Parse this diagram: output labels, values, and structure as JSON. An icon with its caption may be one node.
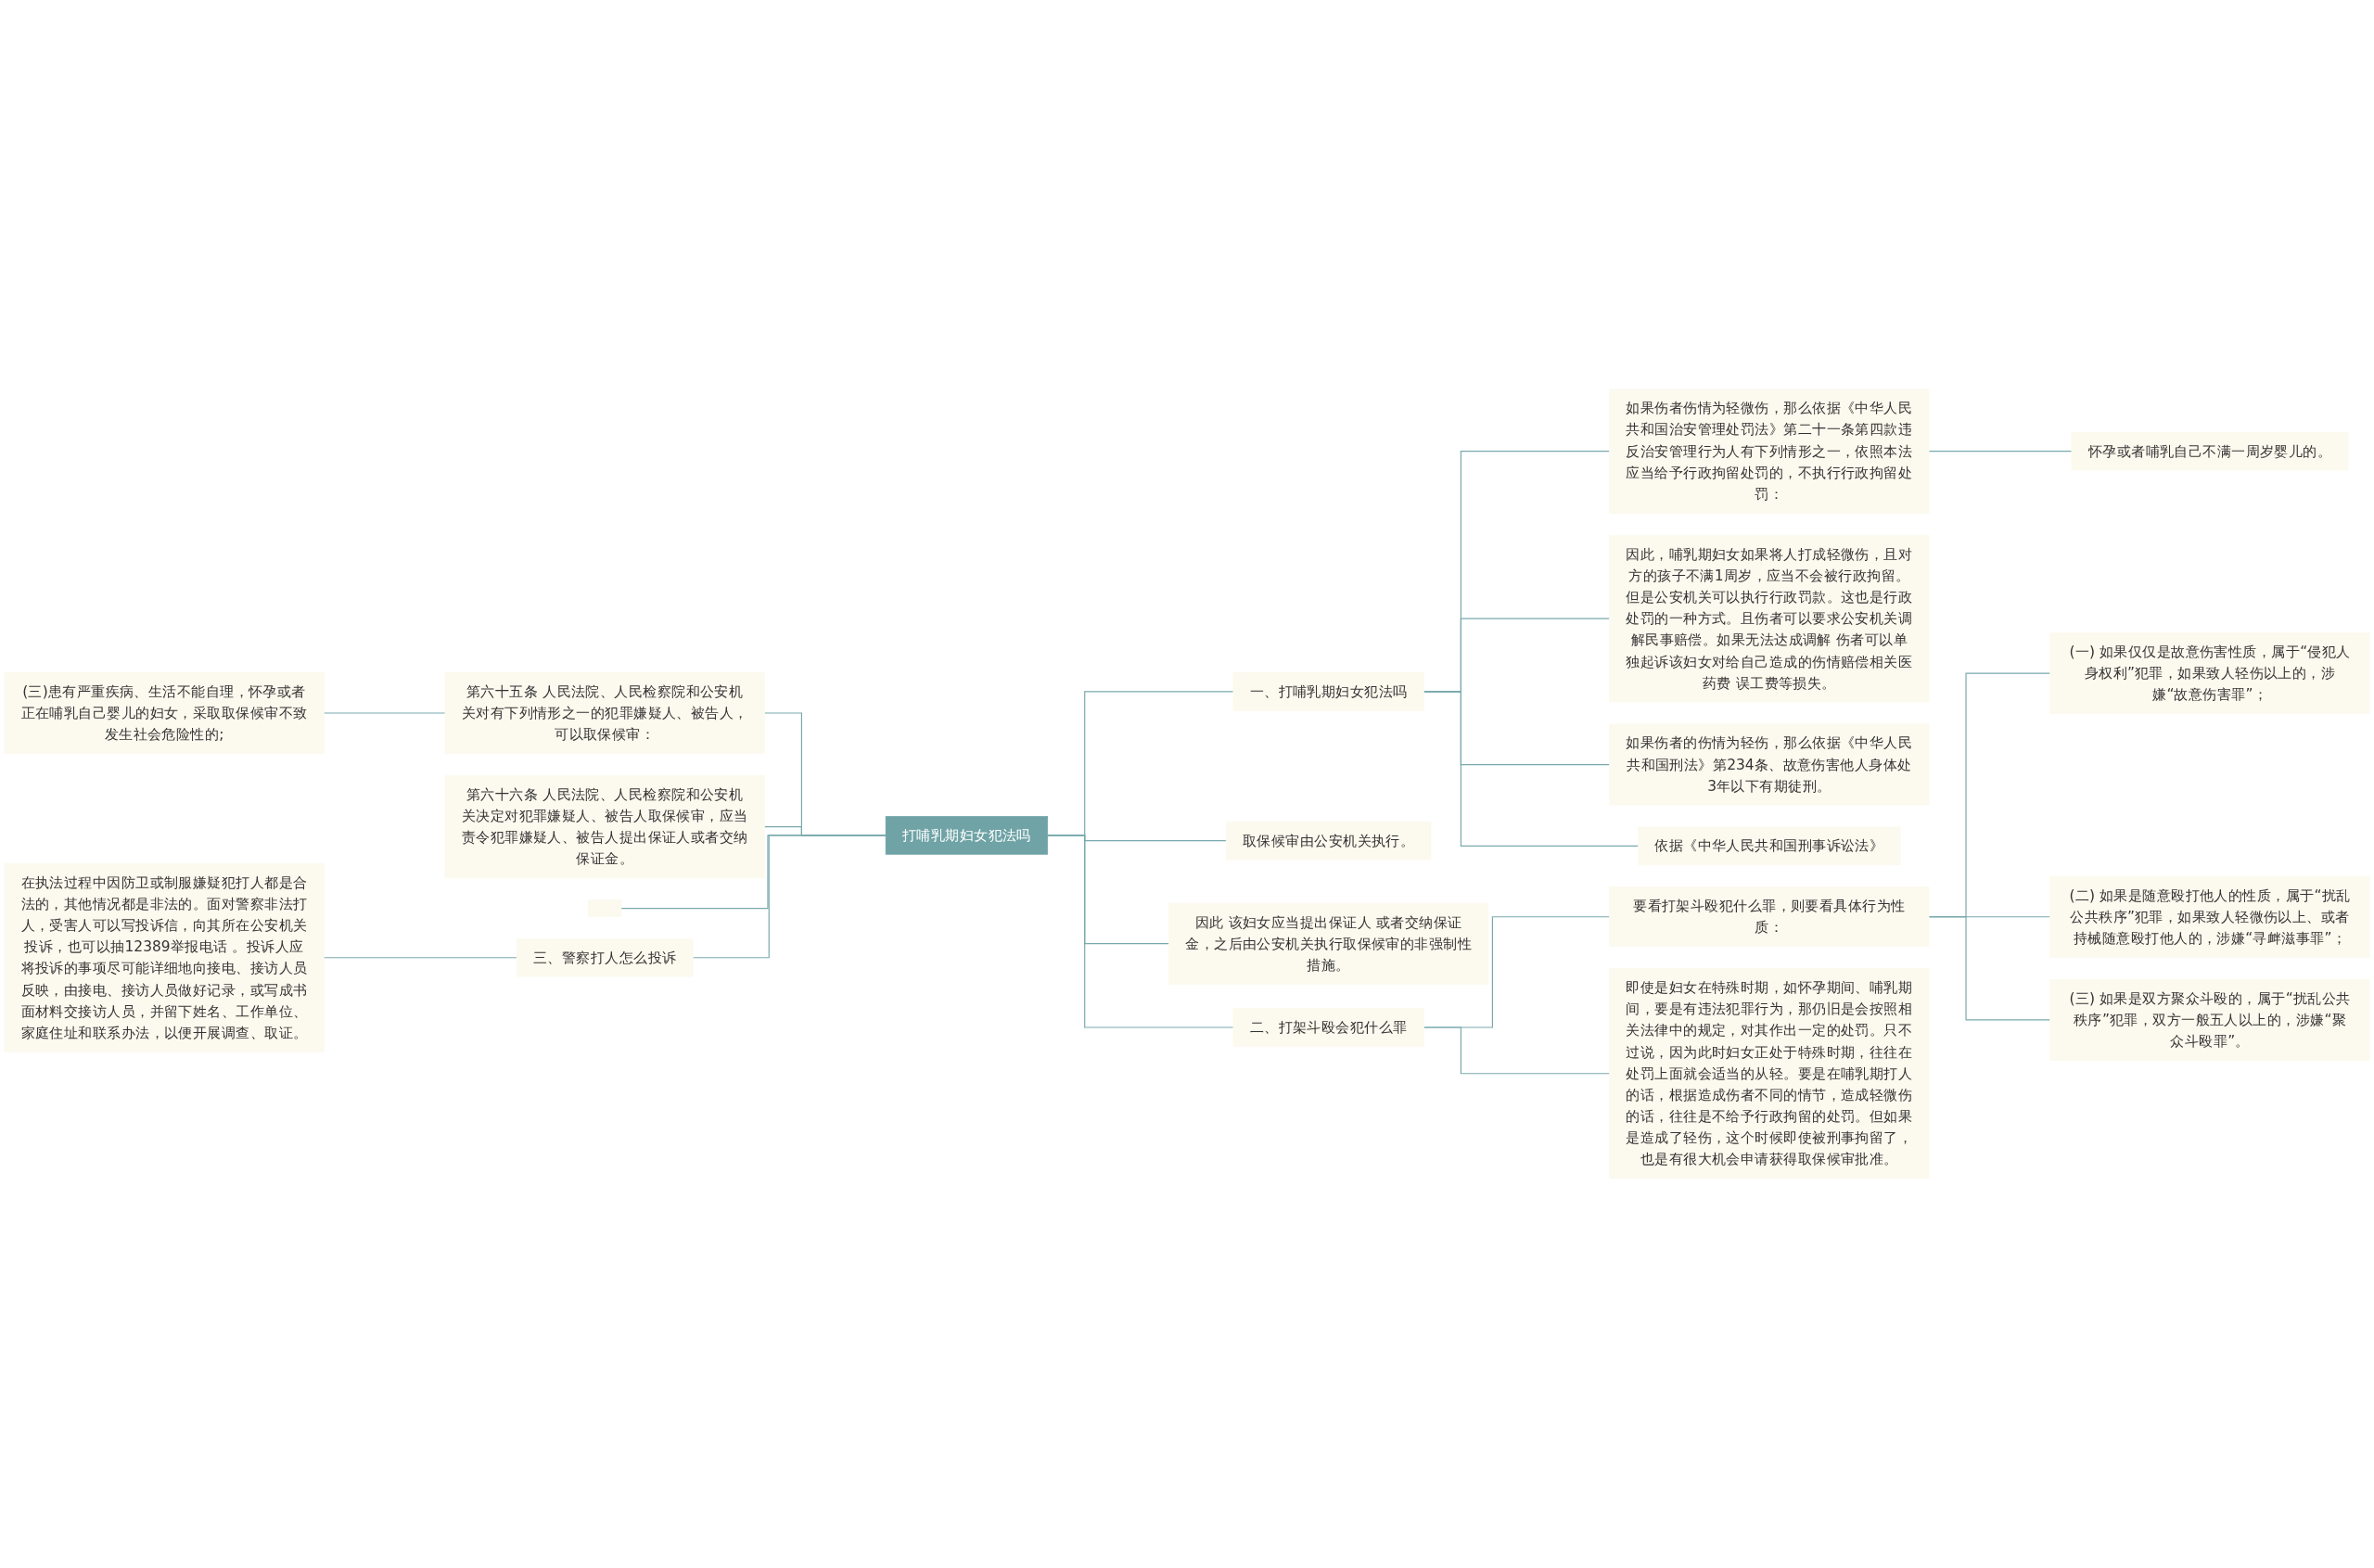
{
  "diagram": {
    "nodes": [
      {
        "text": [
          "打哺乳期妇女犯法吗"
        ]
      },
      {
        "text": [
          "第六十五条 人民法院、人民检察院和公安机关对有下列情形之一的犯罪嫌疑人、被告人，可以取保候审："
        ]
      },
      {
        "text": [
          "(三)患有严重疾病、生活不能自理，怀孕或者正在哺乳自己婴儿的妇女，采取取保候审不致发生社会危险性的;"
        ]
      },
      {
        "text": [
          "第六十六条 人民法院、人民检察院和公安机关决定对犯罪嫌疑人、被告人取保候审，应当责令犯罪嫌疑人、被告人提出保证人或者交纳保证金。"
        ]
      },
      {
        "text": [],
        "shape": "box"
      },
      {
        "text": [
          "三、警察打人怎么投诉"
        ]
      },
      {
        "text": [
          "在执法过程中因防卫或制服嫌疑犯打人都是合法的，其他情况都是非法的。面对警察非法打人，受害人可以写投诉信，向其所在公安机关投诉，也可以抽12389举报电话 。投诉人应将投诉的事项尽可能详细地向接电、接访人员反映，由接电、接访人员做好记录，或写成书面材料交接访人员，并留下姓名、工作单位、家庭住址和联系办法，以便开展调查、取证。"
        ]
      },
      {
        "text": [
          "一、打哺乳期妇女犯法吗"
        ]
      },
      {
        "text": [
          "如果伤者伤情为轻微伤，那么依据《中华人民共和国治安管理处罚法》第二十一条第四款违反治安管理行为人有下列情形之一，依照本法应当给予行政拘留处罚的，不执行行政拘留处罚："
        ]
      },
      {
        "text": [
          "怀孕或者哺乳自己不满一周岁婴儿的。"
        ]
      },
      {
        "text": [
          "因此，哺乳期妇女如果将人打成轻微伤，且对方的孩子不满1周岁，应当不会被行政拘留。但是公安机关可以执行行政罚款。这也是行政处罚的一种方式。且伤者可以要求公安机关调解民事赔偿。如果无法达成调解 伤者可以单独起诉该妇女对给自己造成的伤情赔偿相关医药费 误工费等损失。"
        ]
      },
      {
        "text": [
          "如果伤者的伤情为轻伤，那么依据《中华人民共和国刑法》第234条、故意伤害他人身体处3年以下有期徒刑。"
        ]
      },
      {
        "text": [
          "依据《中华人民共和国刑事诉讼法》"
        ]
      },
      {
        "text": [
          "取保候审由公安机关执行。"
        ]
      },
      {
        "text": [
          "因此 该妇女应当提出保证人 或者交纳保证金，之后由公安机关执行取保候审的非强制性措施。"
        ]
      },
      {
        "text": [
          "二、打架斗殴会犯什么罪"
        ]
      },
      {
        "text": [
          "要看打架斗殴犯什么罪，则要看具体行为性质："
        ]
      },
      {
        "text": [
          "(一) 如果仅仅是故意伤害性质，属于“侵犯人身权利”犯罪，如果致人轻伤以上的，涉嫌“故意伤害罪”；"
        ]
      },
      {
        "text": [
          "(二) 如果是随意殴打他人的性质，属于“扰乱公共秩序”犯罪，如果致人轻微伤以上、或者持械随意殴打他人的，涉嫌“寻衅滋事罪”；"
        ]
      },
      {
        "text": [
          "(三) 如果是双方聚众斗殴的，属于“扰乱公共秩序”犯罪，双方一般五人以上的，涉嫌“聚众斗殴罪”。"
        ]
      },
      {
        "text": [
          "即使是妇女在特殊时期，如怀孕期间、哺乳期间，要是有违法犯罪行为，那仍旧是会按照相关法律中的规定，对其作出一定的处罚。只不过说，因为此时妇女正处于特殊时期，往往在处罚上面就会适当的从轻。要是在哺乳期打人的话，根据造成伤者不同的情节，造成轻微伤的话，往往是不给予行政拘留的处罚。但如果是造成了轻伤，这个时候即使被刑事拘留了，也是有很大机会申请获得取保候审批准。"
        ]
      }
    ],
    "edges": [
      {
        "from": 0,
        "to": 1,
        "arrow": "none"
      },
      {
        "from": 1,
        "to": 2,
        "arrow": "none"
      },
      {
        "from": 0,
        "to": 3,
        "arrow": "none"
      },
      {
        "from": 0,
        "to": 4,
        "arrow": "none"
      },
      {
        "from": 0,
        "to": 5,
        "arrow": "none"
      },
      {
        "from": 5,
        "to": 6,
        "arrow": "none"
      },
      {
        "from": 0,
        "to": 7,
        "arrow": "none"
      },
      {
        "from": 7,
        "to": 8,
        "arrow": "none"
      },
      {
        "from": 8,
        "to": 9,
        "arrow": "none"
      },
      {
        "from": 7,
        "to": 10,
        "arrow": "none"
      },
      {
        "from": 7,
        "to": 11,
        "arrow": "none"
      },
      {
        "from": 7,
        "to": 12,
        "arrow": "none"
      },
      {
        "from": 0,
        "to": 13,
        "arrow": "none"
      },
      {
        "from": 0,
        "to": 14,
        "arrow": "none"
      },
      {
        "from": 0,
        "to": 15,
        "arrow": "none"
      },
      {
        "from": 15,
        "to": 16,
        "arrow": "none"
      },
      {
        "from": 16,
        "to": 17,
        "arrow": "none"
      },
      {
        "from": 16,
        "to": 18,
        "arrow": "none"
      },
      {
        "from": 16,
        "to": 19,
        "arrow": "none"
      },
      {
        "from": 15,
        "to": 20,
        "arrow": "none"
      }
    ]
  }
}
